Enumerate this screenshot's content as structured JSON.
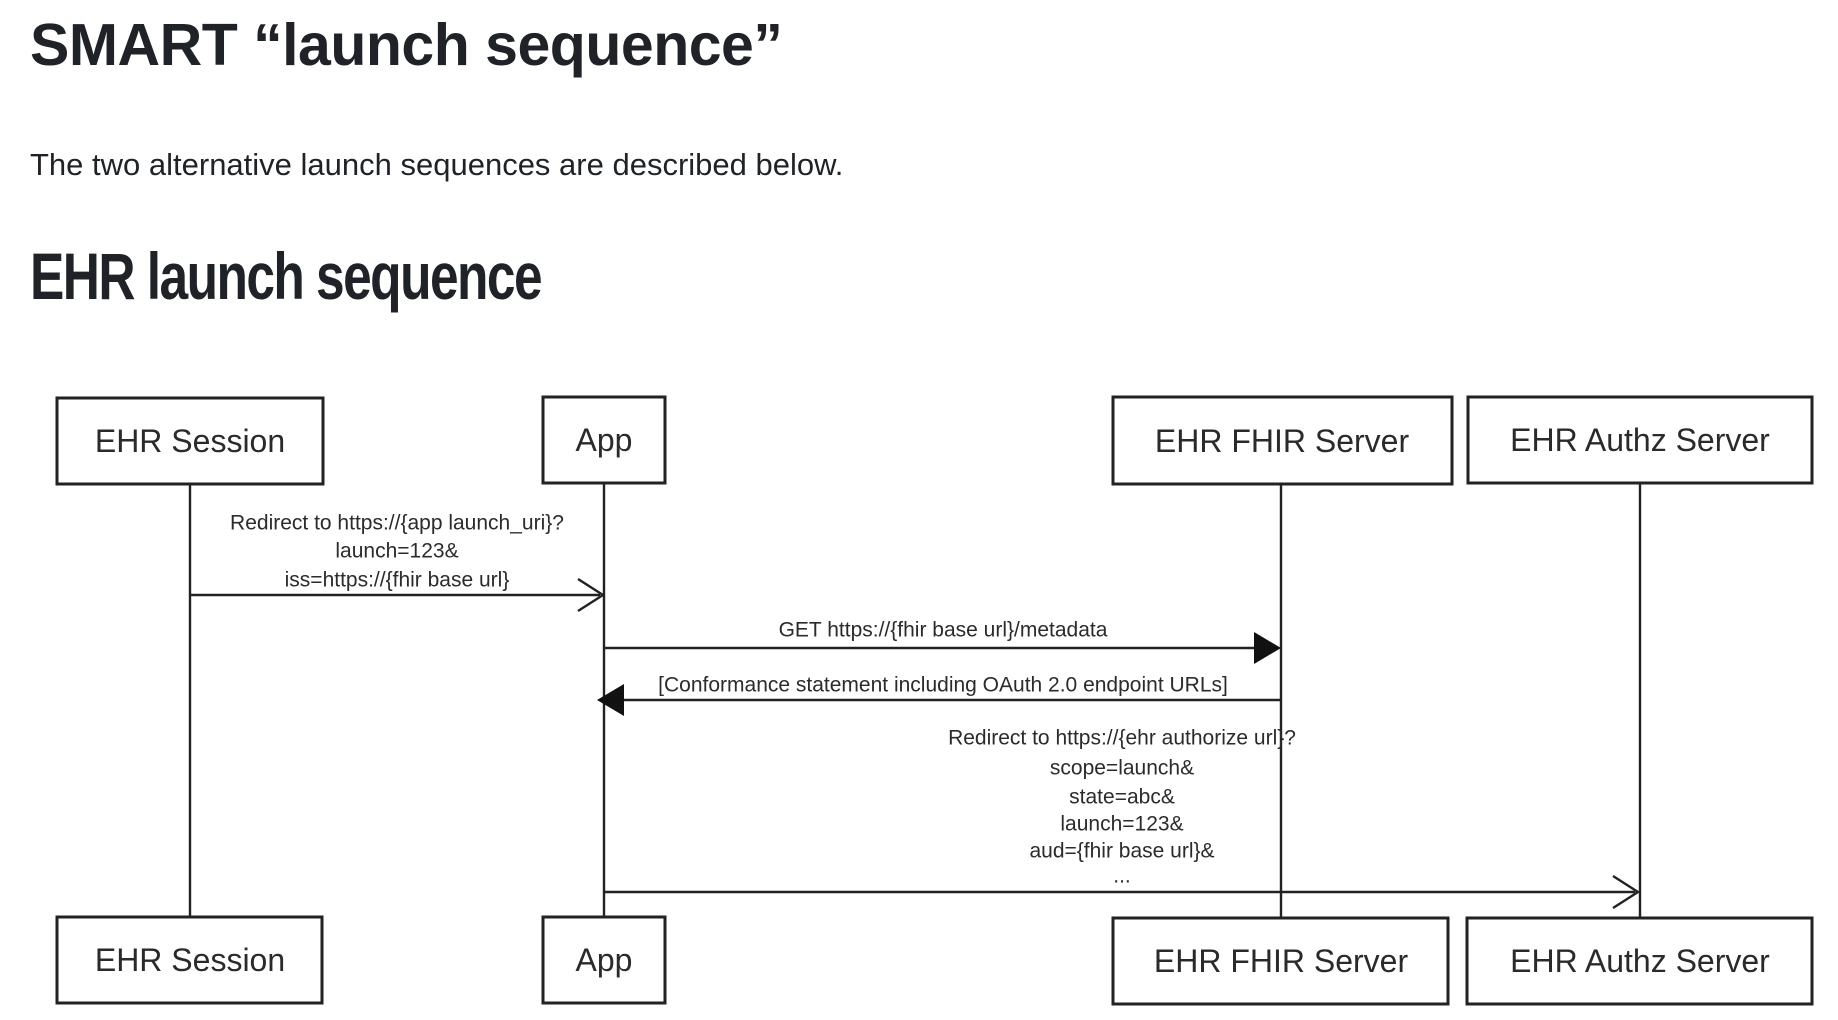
{
  "page": {
    "title": "SMART “launch sequence”",
    "intro": "The two alternative launch sequences are described below.",
    "section_heading": "EHR launch sequence"
  },
  "diagram": {
    "type": "sequence-diagram",
    "actors": [
      {
        "id": "ehr-session",
        "label": "EHR Session"
      },
      {
        "id": "app",
        "label": "App"
      },
      {
        "id": "ehr-fhir-server",
        "label": "EHR FHIR Server"
      },
      {
        "id": "ehr-authz-server",
        "label": "EHR Authz Server"
      }
    ],
    "messages": [
      {
        "from": "ehr-session",
        "to": "app",
        "arrow": "open",
        "lines": [
          "Redirect to https://{app launch_uri}?",
          "launch=123&",
          "iss=https://{fhir base url}"
        ]
      },
      {
        "from": "app",
        "to": "ehr-fhir-server",
        "arrow": "filled",
        "lines": [
          "GET https://{fhir base url}/metadata"
        ]
      },
      {
        "from": "ehr-fhir-server",
        "to": "app",
        "arrow": "filled",
        "lines": [
          "[Conformance statement including OAuth 2.0 endpoint URLs]"
        ]
      },
      {
        "from": "app",
        "to": "ehr-authz-server",
        "arrow": "open",
        "lines": [
          "Redirect to https://{ehr authorize url}?",
          "scope=launch&",
          "state=abc&",
          "launch=123&",
          "aud={fhir base url}&",
          "..."
        ]
      }
    ],
    "colors": {
      "line": "#222222",
      "text": "#2b2b2b",
      "heading_text": "#1f2328",
      "background": "#ffffff"
    }
  }
}
